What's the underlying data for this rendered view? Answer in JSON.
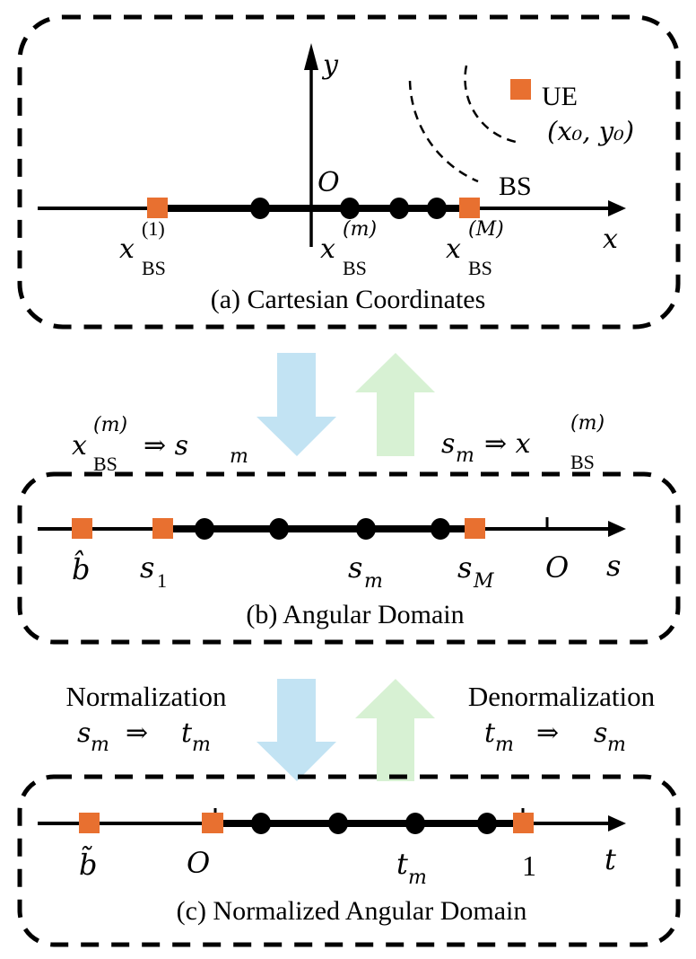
{
  "colors": {
    "marker_orange": "#E87030",
    "arrow_blue": "#C2E3F3",
    "arrow_green": "#D7F1D3",
    "line": "#000000"
  },
  "panel_a": {
    "caption": "(a) Cartesian Coordinates",
    "axis_x_label": "x",
    "axis_y_label": "y",
    "origin_label": "O",
    "ue_label": "UE",
    "ue_coord": "(x₀, y₀)",
    "bs_label": "BS",
    "bs_first": {
      "base": "x",
      "sup": "(1)",
      "sub": "BS"
    },
    "bs_m": {
      "base": "x",
      "sup": "(m)",
      "sub": "BS"
    },
    "bs_last": {
      "base": "x",
      "sup": "(M)",
      "sub": "BS"
    }
  },
  "transform_ab": {
    "left": {
      "base": "x",
      "sup": "(m)",
      "sub": "BS",
      "rest": " ⇒ s",
      "rest_sub": "m"
    },
    "right": {
      "pre": "s",
      "pre_sub": "m",
      "mid": " ⇒ x",
      "sup": "(m)",
      "sub": "BS"
    }
  },
  "panel_b": {
    "caption": "(b) Angular Domain",
    "axis_label": "s",
    "b_hat": "b̂",
    "s1": {
      "base": "s",
      "sub": "1"
    },
    "sm": {
      "base": "s",
      "sub": "m"
    },
    "sM": {
      "base": "s",
      "sub": "M"
    },
    "origin_label": "O"
  },
  "transform_bc": {
    "left_title": "Normalization",
    "left_formula": {
      "a": "s",
      "a_sub": "m",
      "arrow": "⇒",
      "b": "t",
      "b_sub": "m"
    },
    "right_title": "Denormalization",
    "right_formula": {
      "a": "t",
      "a_sub": "m",
      "arrow": "⇒",
      "b": "s",
      "b_sub": "m"
    }
  },
  "panel_c": {
    "caption": "(c) Normalized Angular Domain",
    "axis_label": "t",
    "b_tilde": "b̃",
    "origin_label": "O",
    "tm": {
      "base": "t",
      "sub": "m"
    },
    "one": "1"
  }
}
